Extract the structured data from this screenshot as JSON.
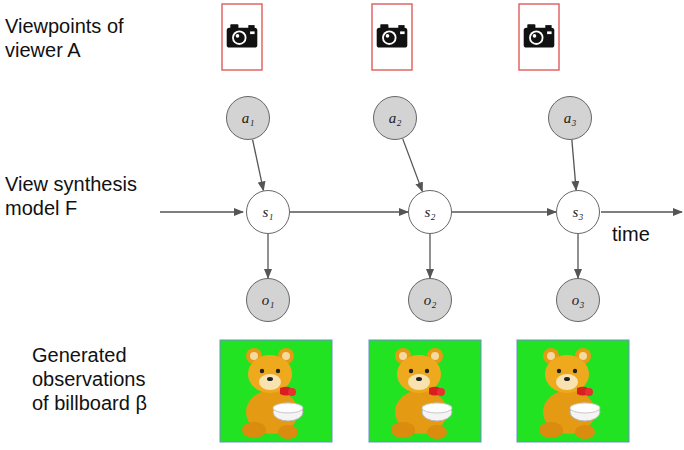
{
  "diagram": {
    "nodes": [
      {
        "text": [
          "a₁"
        ]
      },
      {
        "text": [
          "a₂"
        ]
      },
      {
        "text": [
          "a₃"
        ]
      },
      {
        "text": [
          "s₁"
        ]
      },
      {
        "text": [
          "s₂"
        ]
      },
      {
        "text": [
          "s₃"
        ]
      },
      {
        "text": [
          "o₁"
        ]
      },
      {
        "text": [
          "o₂"
        ]
      },
      {
        "text": [
          "o₃"
        ]
      }
    ],
    "edges": [
      {
        "from": 0,
        "to": 3,
        "arrow": "to"
      },
      {
        "from": 1,
        "to": 4,
        "arrow": "to"
      },
      {
        "from": 2,
        "to": 5,
        "arrow": "to"
      },
      {
        "from": 3,
        "to": 4,
        "arrow": "to"
      },
      {
        "from": 4,
        "to": 5,
        "arrow": "to"
      },
      {
        "from": 3,
        "to": 6,
        "arrow": "to"
      },
      {
        "from": 4,
        "to": 7,
        "arrow": "to"
      },
      {
        "from": 5,
        "to": 8,
        "arrow": "to"
      }
    ],
    "labels": [
      "Viewpoints of viewer A",
      "View synthesis model F",
      "time",
      "Generated observations of billboard β"
    ]
  }
}
